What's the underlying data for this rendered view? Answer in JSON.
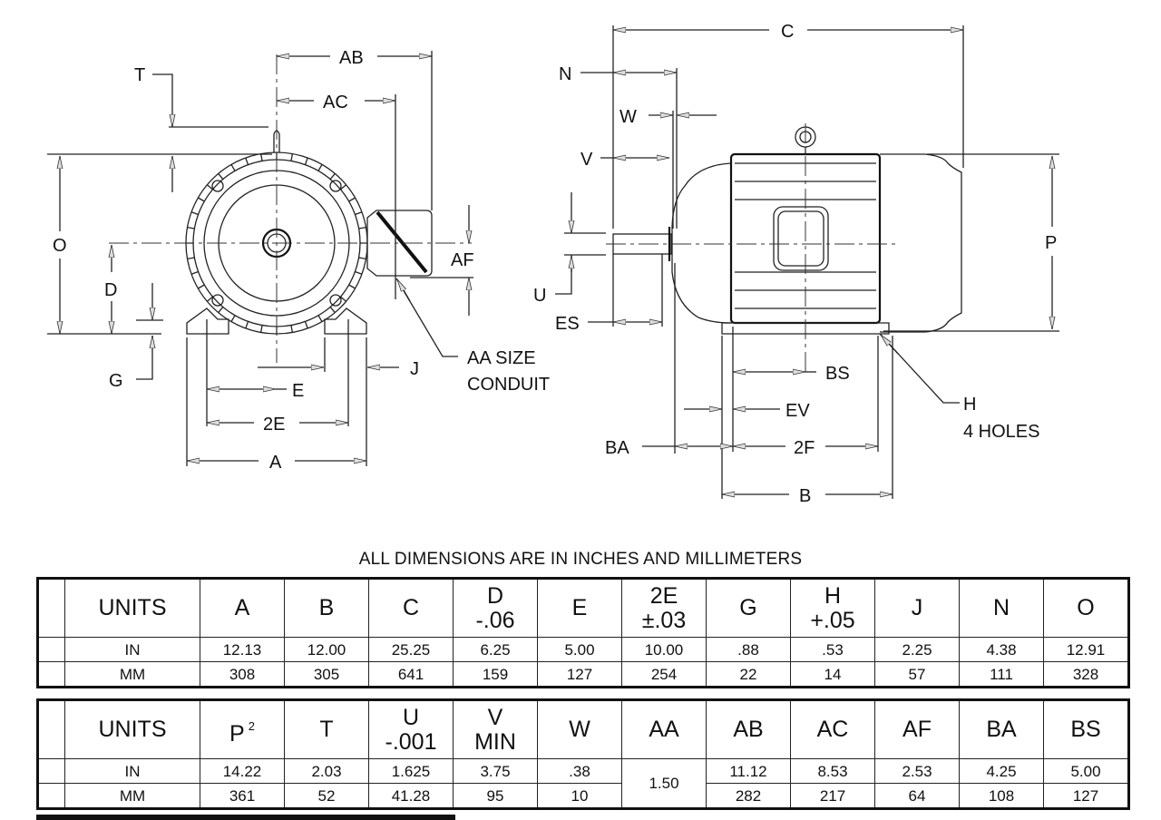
{
  "drawing": {
    "front_view": {
      "labels": {
        "T": "T",
        "AB": "AB",
        "AC": "AC",
        "O": "O",
        "D": "D",
        "AF": "AF",
        "G": "G",
        "E": "E",
        "J": "J",
        "two_E": "2E",
        "A": "A",
        "conduit_line1": "AA SIZE",
        "conduit_line2": "CONDUIT"
      }
    },
    "side_view": {
      "labels": {
        "C": "C",
        "N": "N",
        "W": "W",
        "V": "V",
        "U": "U",
        "ES": "ES",
        "P": "P",
        "BS": "BS",
        "EV": "EV",
        "BA": "BA",
        "two_F": "2F",
        "B": "B",
        "H": "H",
        "holes": "4 HOLES"
      }
    }
  },
  "caption": "ALL DIMENSIONS ARE IN INCHES AND MILLIMETERS",
  "tables": [
    {
      "units_label": "UNITS",
      "columns": [
        {
          "name": "A",
          "tol": ""
        },
        {
          "name": "B",
          "tol": ""
        },
        {
          "name": "C",
          "tol": ""
        },
        {
          "name": "D",
          "tol": "-.06"
        },
        {
          "name": "E",
          "tol": ""
        },
        {
          "name": "2E",
          "tol": "±.03"
        },
        {
          "name": "G",
          "tol": ""
        },
        {
          "name": "H",
          "tol": "+.05"
        },
        {
          "name": "J",
          "tol": ""
        },
        {
          "name": "N",
          "tol": ""
        },
        {
          "name": "O",
          "tol": ""
        }
      ],
      "rows": [
        {
          "unit": "IN",
          "values": [
            "12.13",
            "12.00",
            "25.25",
            "6.25",
            "5.00",
            "10.00",
            ".88",
            ".53",
            "2.25",
            "4.38",
            "12.91"
          ]
        },
        {
          "unit": "MM",
          "values": [
            "308",
            "305",
            "641",
            "159",
            "127",
            "254",
            "22",
            "14",
            "57",
            "111",
            "328"
          ]
        }
      ]
    },
    {
      "units_label": "UNITS",
      "columns": [
        {
          "name": "P",
          "tol": "",
          "sup": "2"
        },
        {
          "name": "T",
          "tol": ""
        },
        {
          "name": "U",
          "tol": "-.001"
        },
        {
          "name": "V",
          "tol": "MIN"
        },
        {
          "name": "W",
          "tol": ""
        },
        {
          "name": "AA",
          "tol": ""
        },
        {
          "name": "AB",
          "tol": ""
        },
        {
          "name": "AC",
          "tol": ""
        },
        {
          "name": "AF",
          "tol": ""
        },
        {
          "name": "BA",
          "tol": ""
        },
        {
          "name": "BS",
          "tol": ""
        }
      ],
      "rows": [
        {
          "unit": "IN",
          "values": [
            "14.22",
            "2.03",
            "1.625",
            "3.75",
            ".38",
            "1.50",
            "11.12",
            "8.53",
            "2.53",
            "4.25",
            "5.00"
          ]
        },
        {
          "unit": "MM",
          "values": [
            "361",
            "52",
            "41.28",
            "95",
            "10",
            "1.50",
            "282",
            "217",
            "64",
            "108",
            "127"
          ]
        }
      ],
      "merged": {
        "AA": "1.50"
      }
    }
  ]
}
